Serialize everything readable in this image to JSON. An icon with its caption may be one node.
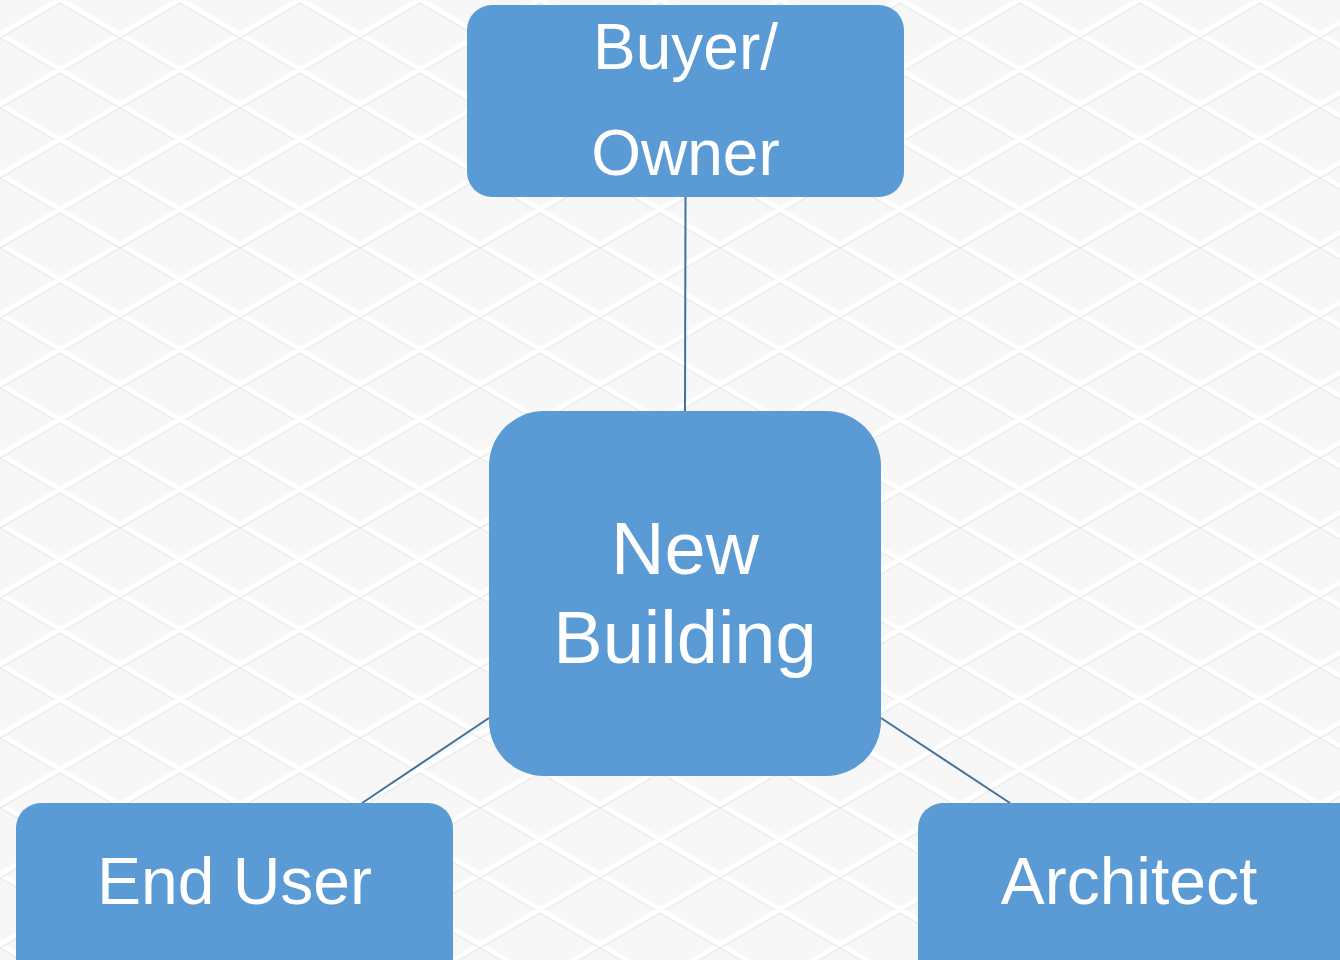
{
  "diagram": {
    "nodes": [
      {
        "text": [
          "Buyer/ Owner"
        ]
      },
      {
        "text": [
          "New Building"
        ]
      },
      {
        "text": [
          "End User"
        ]
      },
      {
        "text": [
          "Architect"
        ]
      }
    ],
    "edges": [
      {
        "from": 0,
        "to": 1,
        "arrow": "none"
      },
      {
        "from": 1,
        "to": 2,
        "arrow": "none"
      },
      {
        "from": 1,
        "to": 3,
        "arrow": "none"
      }
    ]
  }
}
